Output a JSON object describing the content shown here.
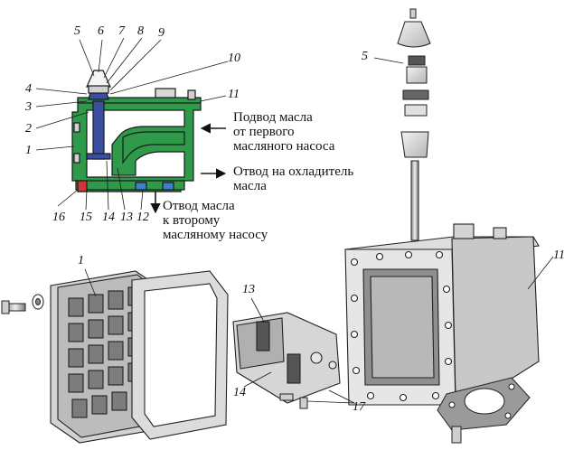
{
  "captions": {
    "supply_line1": "Подвод масла",
    "supply_line2": "от первого",
    "supply_line3": "масляного насоса",
    "cooler_line1": "Отвод на охладитель",
    "cooler_line2": "масла",
    "second_pump_line1": "Отвод масла",
    "second_pump_line2": "к второму",
    "second_pump_line3": "масляному насосу"
  },
  "section_view_labels": [
    "1",
    "2",
    "3",
    "4",
    "5",
    "6",
    "7",
    "8",
    "9",
    "10",
    "11",
    "12",
    "13",
    "14",
    "15",
    "16"
  ],
  "exploded_view_labels": {
    "valve_top": "5",
    "housing": "11",
    "cover": "1",
    "valve_block_upper": "13",
    "valve_block_lower": "14",
    "bolts": "17"
  },
  "colors": {
    "housing_section": "#2f9a4a",
    "valve_section": "#3a4fa0",
    "cap_red": "#d4333a",
    "seal_blue": "#3f7fd0",
    "metal_light": "#e6e6e6",
    "metal_mid": "#b9b9b9",
    "metal_dark": "#4a4a4a"
  }
}
